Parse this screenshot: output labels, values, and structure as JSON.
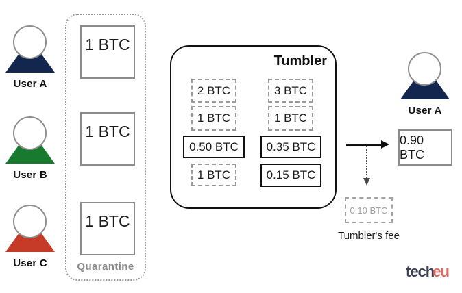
{
  "diagram": {
    "users_left": [
      {
        "label": "User A",
        "color": "#13264d"
      },
      {
        "label": "User B",
        "color": "#177a2e"
      },
      {
        "label": "User C",
        "color": "#c63b28"
      }
    ],
    "quarantine": {
      "label": "Quarantine",
      "deposits": [
        {
          "label": "1 BTC"
        },
        {
          "label": "1 BTC"
        },
        {
          "label": "1 BTC"
        }
      ]
    },
    "tumbler": {
      "title": "Tumbler",
      "columns": [
        {
          "coins": [
            {
              "label": "2 BTC",
              "variant": "dashed"
            },
            {
              "label": "1 BTC",
              "variant": "dashed"
            },
            {
              "label": "0.50 BTC",
              "variant": "solid"
            },
            {
              "label": "1 BTC",
              "variant": "dashed"
            }
          ]
        },
        {
          "coins": [
            {
              "label": "3 BTC",
              "variant": "dashed"
            },
            {
              "label": "1 BTC",
              "variant": "dashed"
            },
            {
              "label": "0.35 BTC",
              "variant": "solid"
            },
            {
              "label": "0.15 BTC",
              "variant": "solid"
            }
          ]
        }
      ]
    },
    "payout": {
      "user_label": "User A",
      "user_color": "#13264d",
      "amount": "0.90 BTC"
    },
    "fee": {
      "amount": "0.10 BTC",
      "caption": "Tumbler's fee"
    }
  },
  "logo": {
    "first": "tech",
    "second": "eu",
    "first_color": "#3d4155",
    "second_color": "#e0675f"
  }
}
